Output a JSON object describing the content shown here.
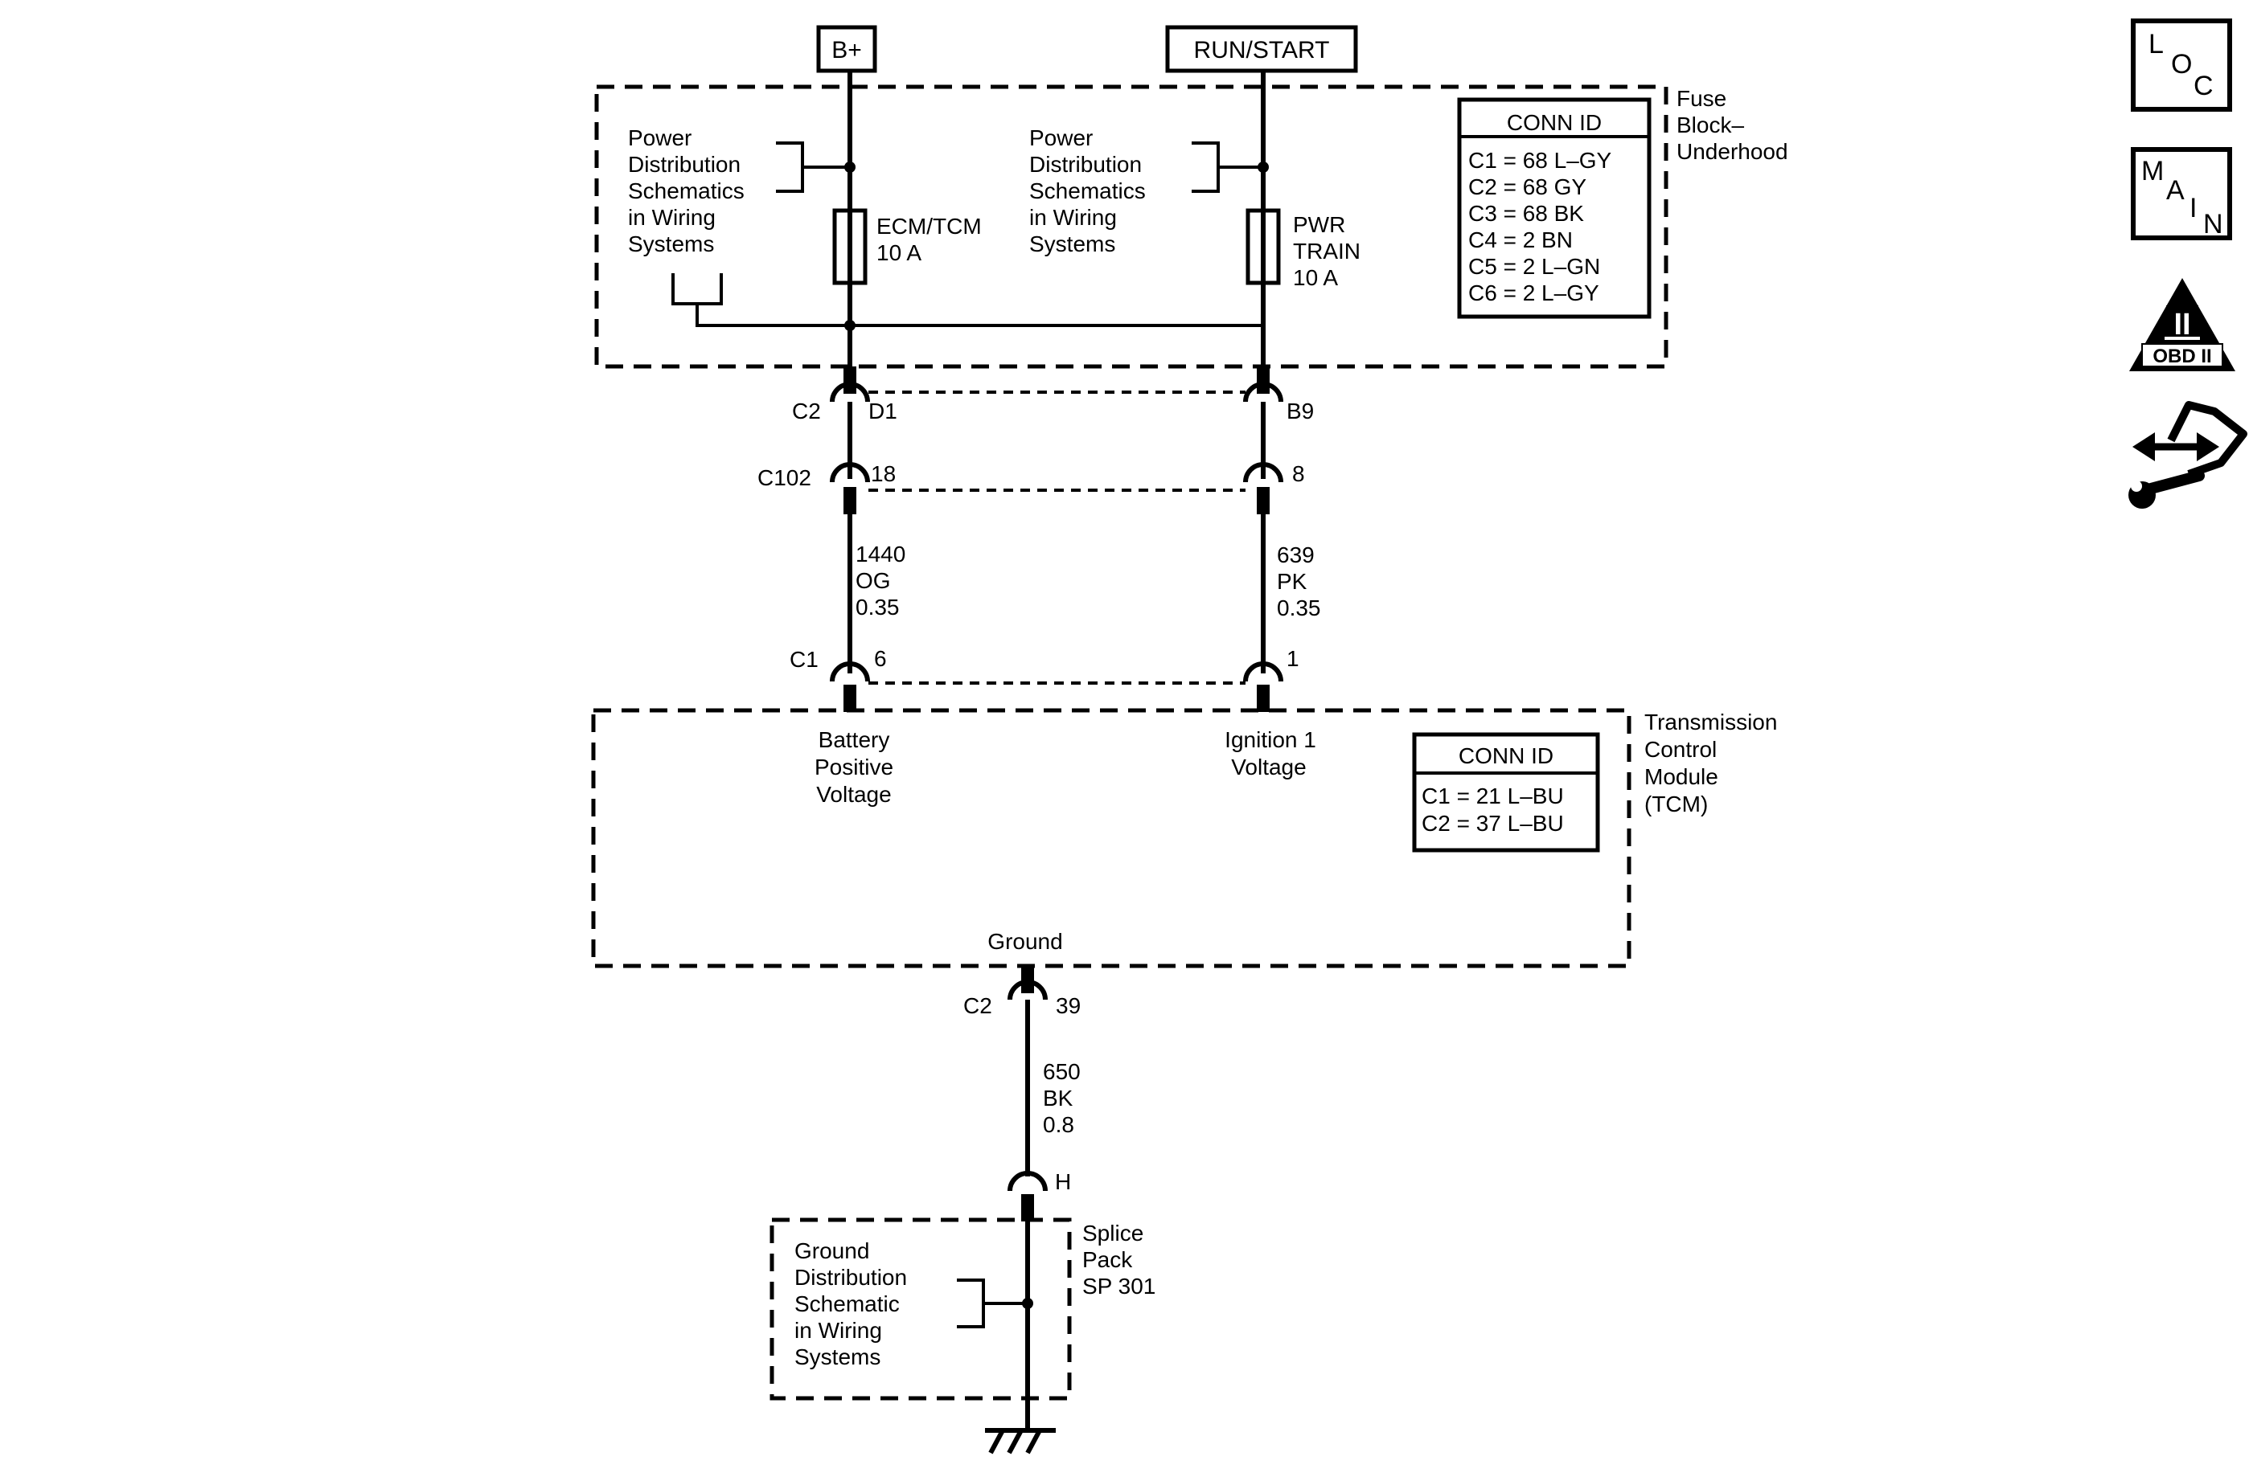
{
  "power": {
    "bplus": "B+",
    "run_start": "RUN/START"
  },
  "fuse_block": {
    "name": [
      "Fuse",
      "Block–",
      "Underhood"
    ],
    "conn_id_title": "CONN ID",
    "conn_ids": [
      "C1 = 68 L–GY",
      "C2 = 68 GY",
      "C3 = 68 BK",
      "C4 = 2 BN",
      "C5 = 2 L–GN",
      "C6 = 2 L–GY"
    ],
    "power_ref_left": [
      "Power",
      "Distribution",
      "Schematics",
      "in Wiring",
      "Systems"
    ],
    "power_ref_right": [
      "Power",
      "Distribution",
      "Schematics",
      "in Wiring",
      "Systems"
    ],
    "fuse_left": [
      "ECM/TCM",
      "10 A"
    ],
    "fuse_right": [
      "PWR",
      "TRAIN",
      "10 A"
    ]
  },
  "connectors": {
    "c2_left": "C2",
    "d1": "D1",
    "b9": "B9",
    "c102": "C102",
    "c102_left_pin": "18",
    "c102_right_pin": "8",
    "c1": "C1",
    "c1_left_pin": "6",
    "c1_right_pin": "1",
    "c2_ground": "C2",
    "c2_ground_pin": "39",
    "splice_pin": "H"
  },
  "wires": {
    "left": [
      "1440",
      "OG",
      "0.35"
    ],
    "right": [
      "639",
      "PK",
      "0.35"
    ],
    "ground": [
      "650",
      "BK",
      "0.8"
    ]
  },
  "tcm": {
    "name": [
      "Transmission",
      "Control",
      "Module",
      "(TCM)"
    ],
    "conn_id_title": "CONN ID",
    "conn_ids": [
      "C1 = 21 L–BU",
      "C2 = 37 L–BU"
    ],
    "battery_label": [
      "Battery",
      "Positive",
      "Voltage"
    ],
    "ignition_label": [
      "Ignition 1",
      "Voltage"
    ],
    "ground_label": "Ground"
  },
  "splice": {
    "name": [
      "Splice",
      "Pack",
      "SP 301"
    ],
    "ground_ref": [
      "Ground",
      "Distribution",
      "Schematic",
      "in Wiring",
      "Systems"
    ]
  },
  "icons": {
    "loc_letters": [
      "L",
      "O",
      "C"
    ],
    "main_letters": [
      "M",
      "A",
      "I",
      "N"
    ],
    "obd_numeral": "II",
    "obd_text": "OBD II"
  }
}
